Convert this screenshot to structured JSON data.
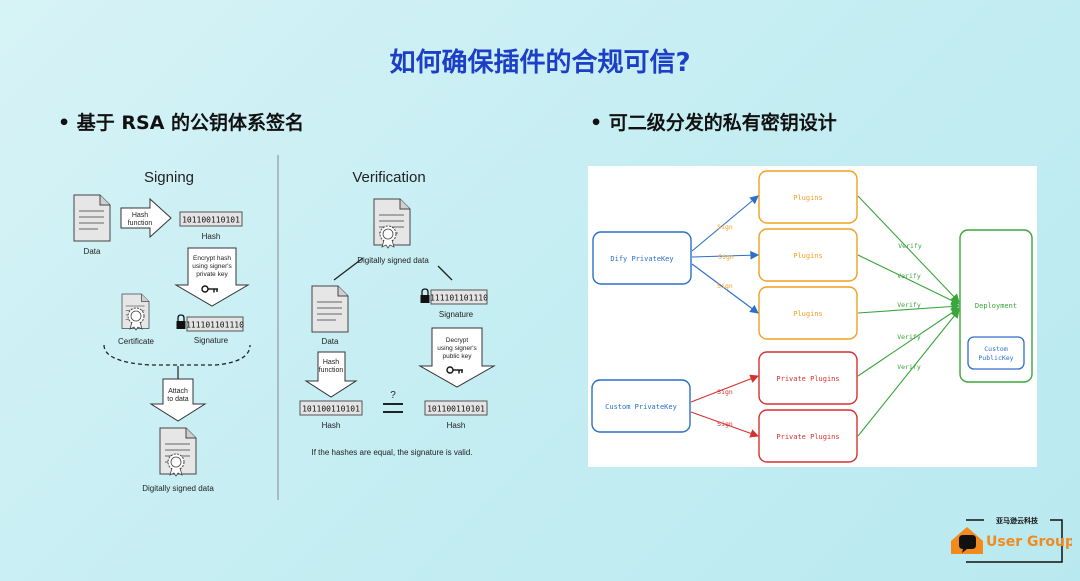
{
  "title": "如何确保插件的合规可信?",
  "bullets": {
    "left": "• 基于 RSA 的公钥体系签名",
    "right": "• 可二级分发的私有密钥设计"
  },
  "signing": {
    "heading": "Signing",
    "data_label": "Data",
    "hash_function": [
      "Hash",
      "function"
    ],
    "hash_value": "101100110101",
    "hash_label": "Hash",
    "encrypt_text": [
      "Encrypt hash",
      "using signer's",
      "private key"
    ],
    "signature_value": "111101101110",
    "signature_label": "Signature",
    "certificate_label": "Certificate",
    "attach_text": [
      "Attach",
      "to data"
    ],
    "signed_label": "Digitally signed data"
  },
  "verification": {
    "heading": "Verification",
    "signed_label": "Digitally signed data",
    "data_label": "Data",
    "signature_value": "111101101110",
    "signature_label": "Signature",
    "hash_function": [
      "Hash",
      "function"
    ],
    "decrypt_text": [
      "Decrypt",
      "using signer's",
      "public key"
    ],
    "hash_value_left": "101100110101",
    "hash_value_right": "101100110101",
    "hash_label_left": "Hash",
    "hash_label_right": "Hash",
    "question_mark": "?",
    "note": "If the hashes are equal, the signature is valid."
  },
  "flow": {
    "dify_key": "Dify PrivateKey",
    "custom_key": "Custom PrivateKey",
    "plugins": [
      "Plugins",
      "Plugins",
      "Plugins"
    ],
    "private_plugins": [
      "Private Plugins",
      "Private Plugins"
    ],
    "sign_label": "Sign",
    "verify_label": "Verify",
    "deployment": "Deployment",
    "custom_public_key": [
      "Custom",
      "PublicKey"
    ],
    "colors": {
      "blue": "#2a6fc9",
      "orange": "#f0a020",
      "red": "#d63030",
      "green": "#3aa53a"
    }
  },
  "logo": {
    "top_text": "亚马逊云科技",
    "main_text": "User Group"
  }
}
